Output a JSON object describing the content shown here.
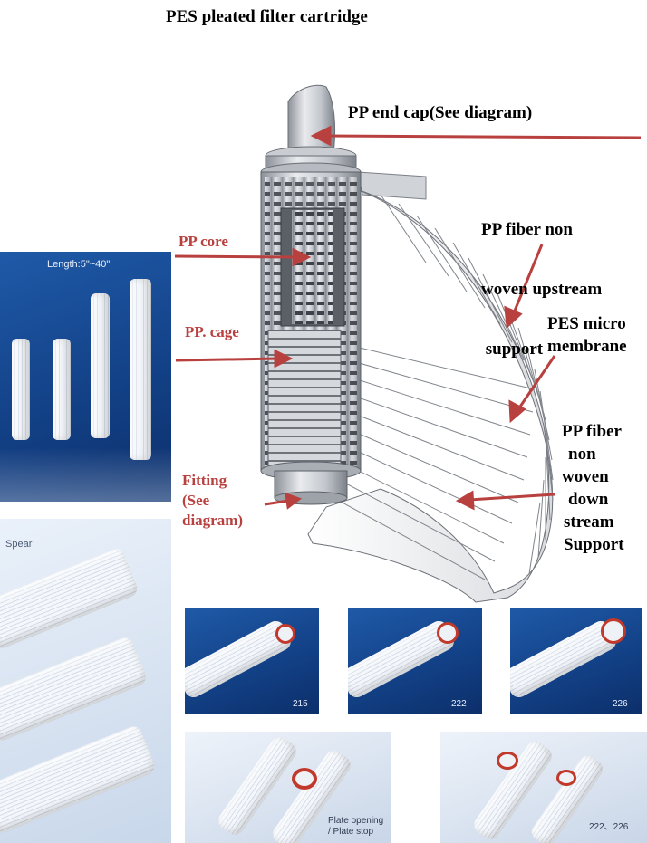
{
  "title": "PES pleated filter cartridge",
  "labels": {
    "end_cap": "PP end cap(See diagram)",
    "upstream_support": [
      "PP fiber non",
      "woven upstream",
      " support"
    ],
    "pes_membrane": [
      "PES micro",
      "membrane"
    ],
    "downstream_support": [
      "PP fiber",
      "non",
      "woven",
      "down",
      "stream",
      "Support"
    ],
    "pp_core": "PP core",
    "pp_cage": "PP. cage",
    "fitting": [
      "Fitting",
      "(See",
      "diagram)"
    ]
  },
  "photos": {
    "length_caption": "Length:5\"~40\"",
    "spear_caption": "Spear",
    "fitting_215": "215",
    "fitting_222": "222",
    "fitting_226": "226",
    "plate_caption": [
      "Plate opening",
      "/ Plate stop"
    ],
    "combo_caption": "222、226"
  },
  "colors": {
    "label_red": "#b8413f",
    "arrow_red": "#b8413f",
    "panel_blue": "#1a4f9c"
  }
}
